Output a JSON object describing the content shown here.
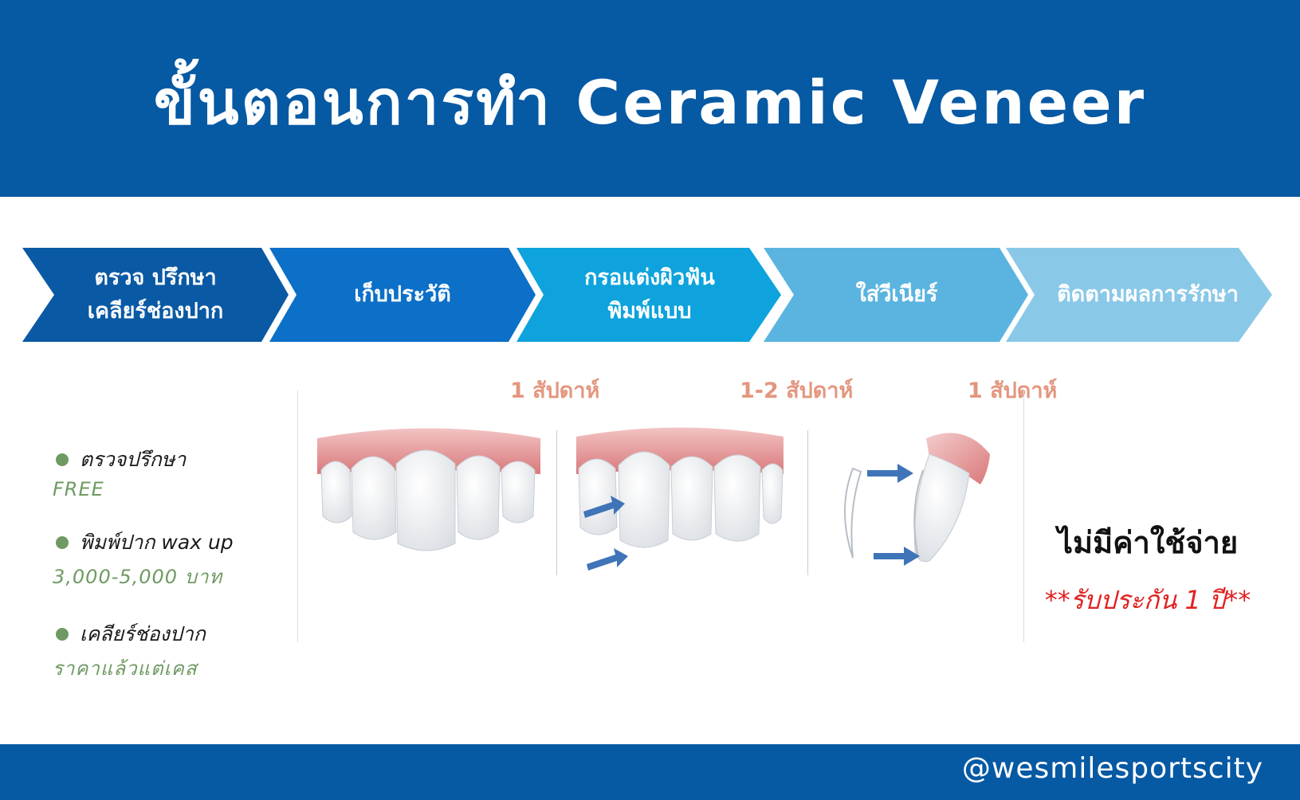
{
  "header": {
    "title": "ขั้นตอนการทำ Ceramic Veneer"
  },
  "steps": [
    {
      "label": "ตรวจ ปรึกษา\nเคลียร์ช่องปาก",
      "color": "#0a59a4"
    },
    {
      "label": "เก็บประวัติ",
      "color": "#0c6fc8"
    },
    {
      "label": "กรอแต่งผิวฟัน\nพิมพ์แบบ",
      "color": "#0ea3dc"
    },
    {
      "label": "ใส่วีเนียร์",
      "color": "#5bb4df"
    },
    {
      "label": "ติดตามผลการรักษา",
      "color": "#8ac8e8"
    }
  ],
  "durations": [
    "1 สัปดาห์",
    "1-2  สัปดาห์",
    "1 สัปดาห์"
  ],
  "consult_list": [
    {
      "title": "ตรวจปรึกษา",
      "detail": "FREE"
    },
    {
      "title": "พิมพ์ปาก wax up",
      "detail": "3,000-5,000 บาท"
    },
    {
      "title": "เคลียร์ช่องปาก",
      "detail": "ราคาแล้วแต่เคส"
    }
  ],
  "followup": {
    "cost_text": "ไม่มีค่าใช้จ่าย",
    "warranty_text": "**รับประกัน 1 ปี**"
  },
  "footer": {
    "handle": "@wesmilesportscity"
  },
  "colors": {
    "brand_blue": "#0659a3",
    "accent_green": "#6f9a63",
    "duration_salmon": "#e3967e",
    "warning_red": "#e02222",
    "gum_pink": "#d9787a",
    "arrow_blue": "#3f74b8"
  }
}
